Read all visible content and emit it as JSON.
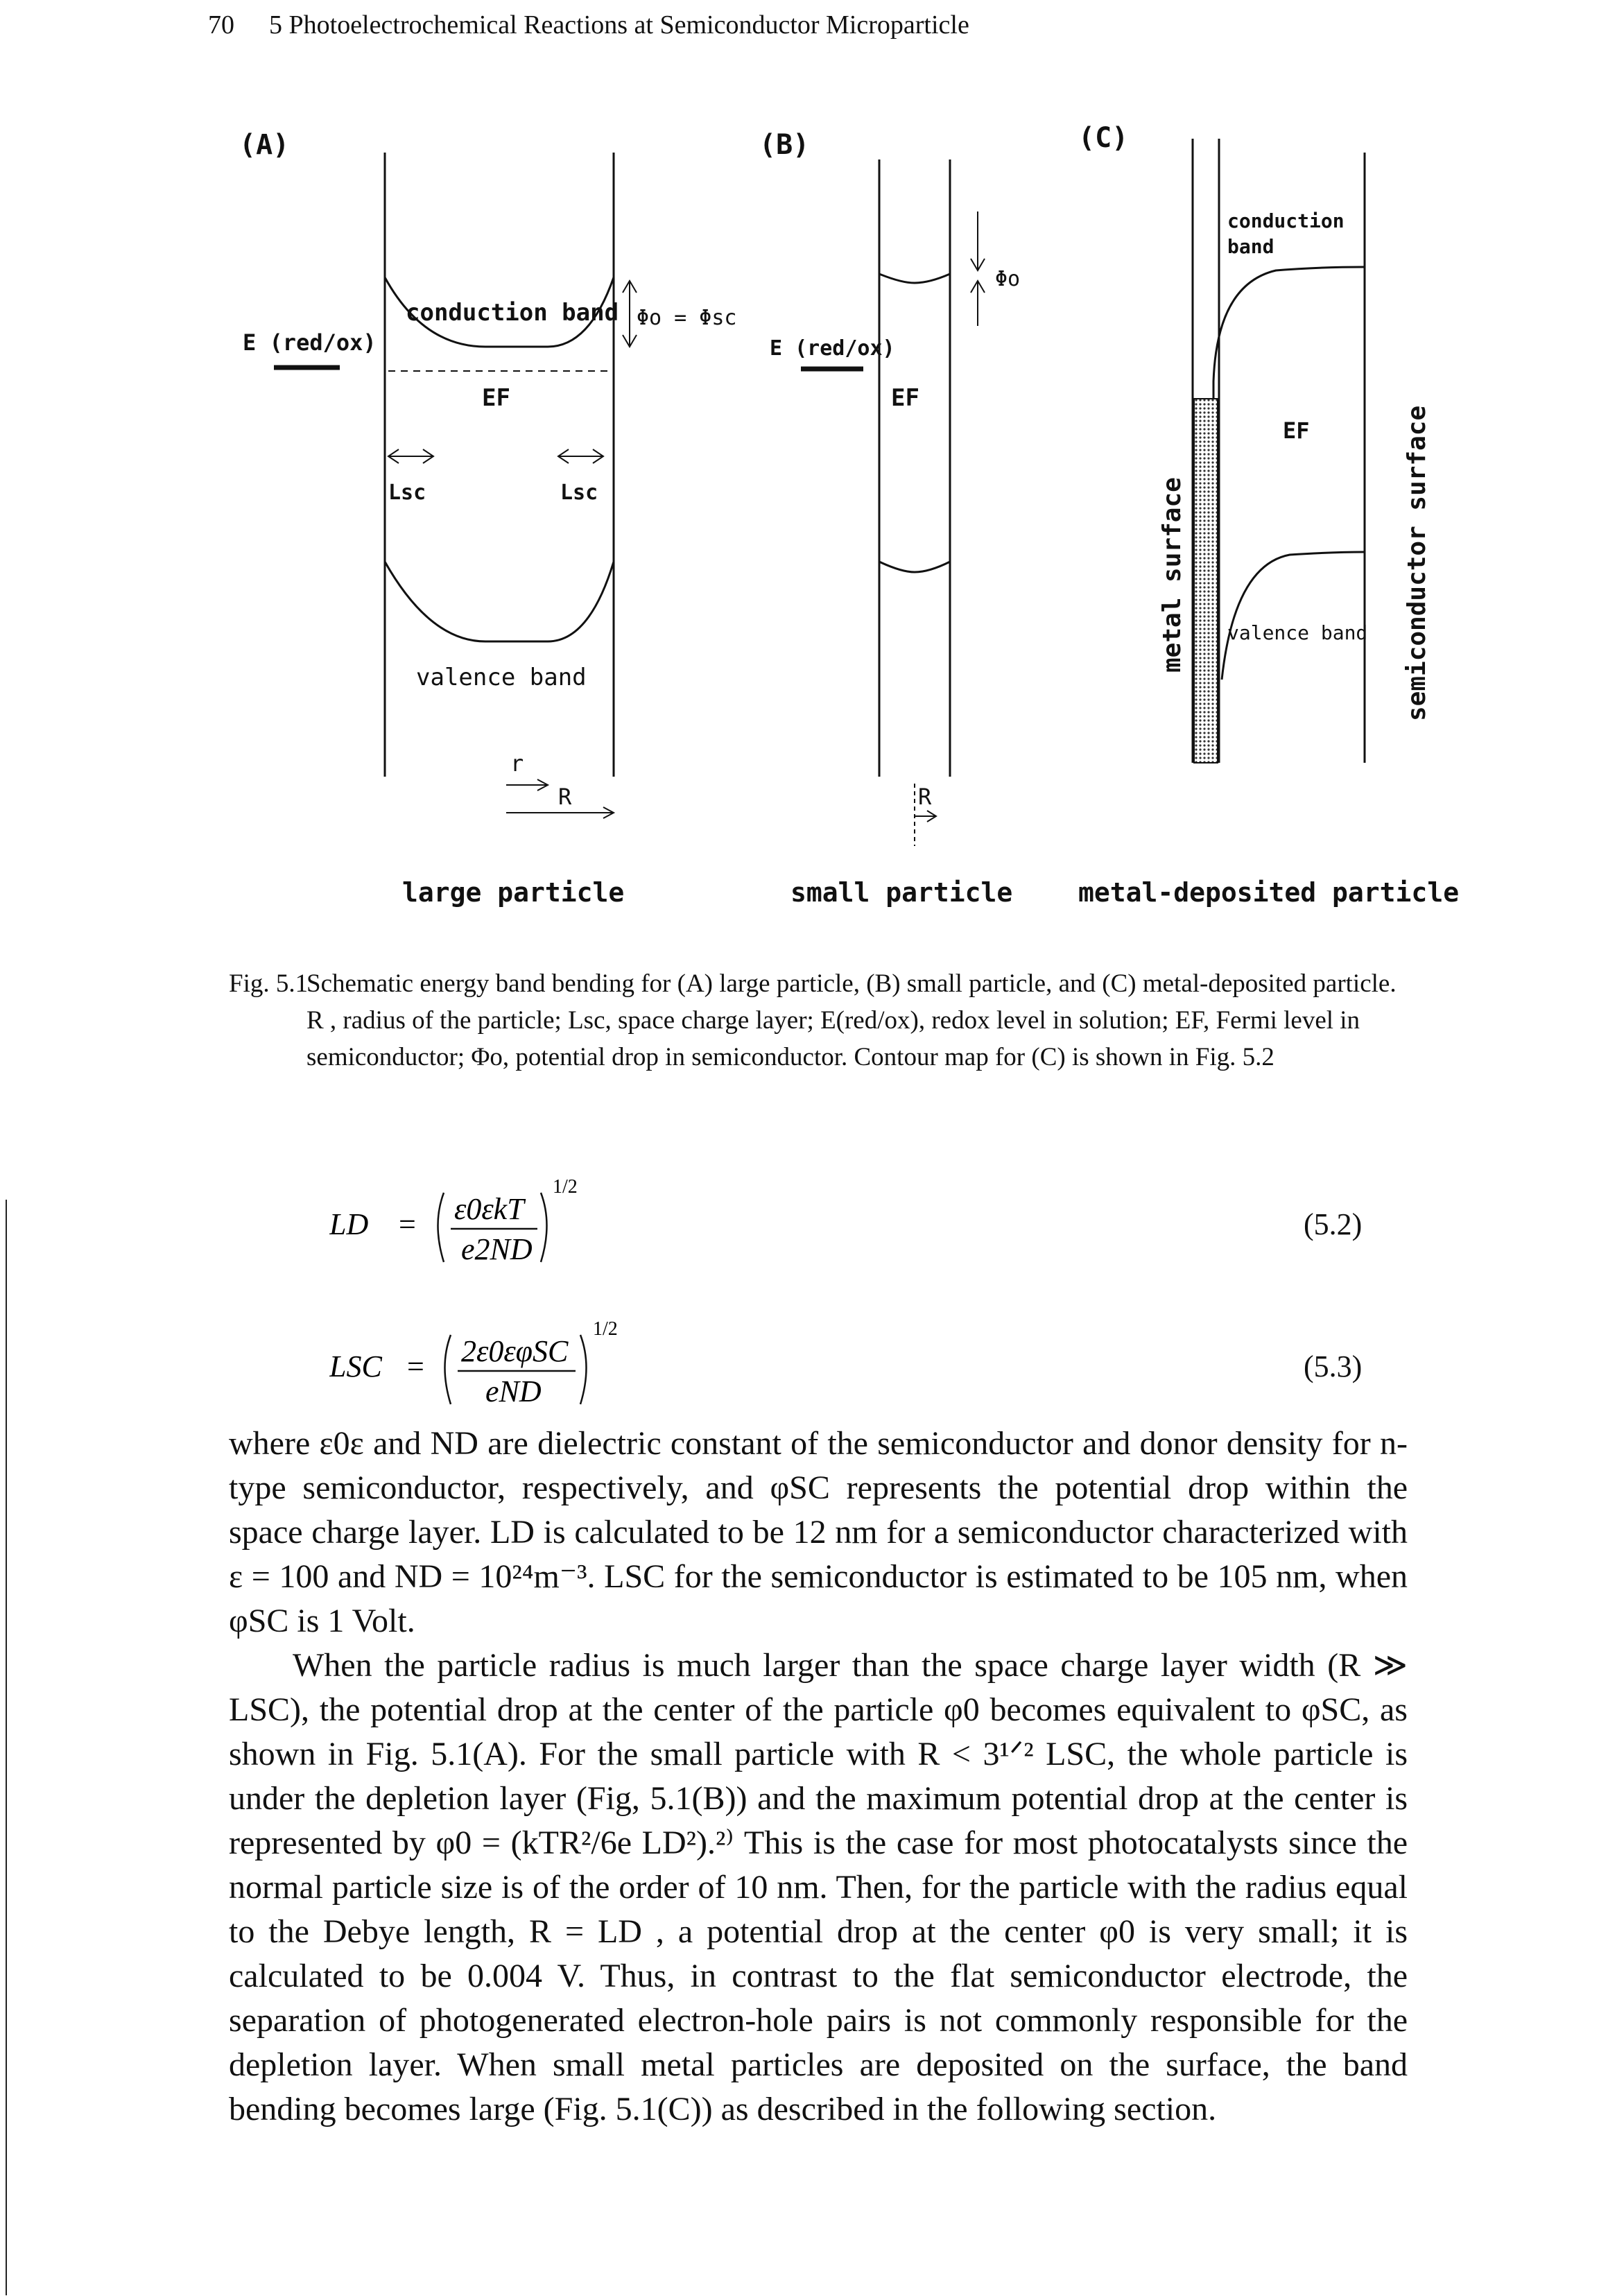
{
  "running_head": {
    "page_number": "70",
    "chapter_title": "5 Photoelectrochemical Reactions at Semiconductor Microparticle"
  },
  "figure": {
    "panel_a": {
      "label": "(A)",
      "e_redox": "E (red/ox)",
      "conduction": "conduction band",
      "phi": "Φo = Φsc",
      "ef": "EF",
      "lsc_left": "Lsc",
      "lsc_right": "Lsc",
      "valence": "valence band",
      "r": "r",
      "R": "R",
      "caption": "large particle"
    },
    "panel_b": {
      "label": "(B)",
      "e_redox": "E (red/ox)",
      "ef": "EF",
      "phi": "Φo",
      "R": "R",
      "caption": "small particle"
    },
    "panel_c": {
      "label": "(C)",
      "conduction": "conduction band",
      "ef": "EF",
      "valence": "valence band",
      "metal_surface": "metal surface",
      "semiconductor_surface": "semiconductor surface",
      "caption": "metal-deposited particle"
    }
  },
  "caption": {
    "label": "Fig. 5.1",
    "text": "Schematic energy band bending for (A) large particle, (B) small particle, and (C) metal-deposited particle. R , radius of the particle; Lsc, space charge layer; E(red/ox), redox level in solution; EF, Fermi level in semiconductor; Φo, potential drop in semiconductor. Contour map for (C) is shown in Fig. 5.2"
  },
  "equations": {
    "eq1": {
      "lhs": "LD",
      "num": "ε0εkT",
      "den": "e2ND",
      "exp": "1/2",
      "number": "(5.2)"
    },
    "eq2": {
      "lhs": "LSC",
      "num": "2ε0εφSC",
      "den": "eND",
      "exp": "1/2",
      "number": "(5.3)"
    }
  },
  "body": {
    "para1": "where ε0ε and ND are dielectric constant of the semiconductor and donor density for n-type semiconductor, respectively, and φSC represents the potential drop within the space charge layer. LD is calculated to be 12 nm for a semiconductor characterized with ε = 100 and ND = 10²⁴m⁻³. LSC for the semiconductor is estimated to be 105 nm, when φSC is 1 Volt.",
    "para2": "When the particle radius is much larger than the space charge layer width (R ≫ LSC), the potential drop at the center of the particle φ0 becomes equivalent to φSC, as shown in Fig. 5.1(A). For the small particle with R < 3¹ᐟ² LSC, the whole particle is under the depletion layer (Fig, 5.1(B)) and the maximum potential drop at the center is represented by φ0 = (kTR²/6e LD²).²⁾ This is the case for most photocatalysts since the normal particle size is of the order of 10 nm. Then, for the particle with the radius equal to the Debye length, R = LD , a potential drop at the center φ0 is very small; it is calculated to be 0.004 V. Thus, in contrast to the flat semiconductor electrode, the separation of photogenerated electron-hole pairs is not commonly responsible for the depletion layer. When small metal particles are deposited on the surface, the band bending becomes large (Fig. 5.1(C)) as described in the following section."
  }
}
